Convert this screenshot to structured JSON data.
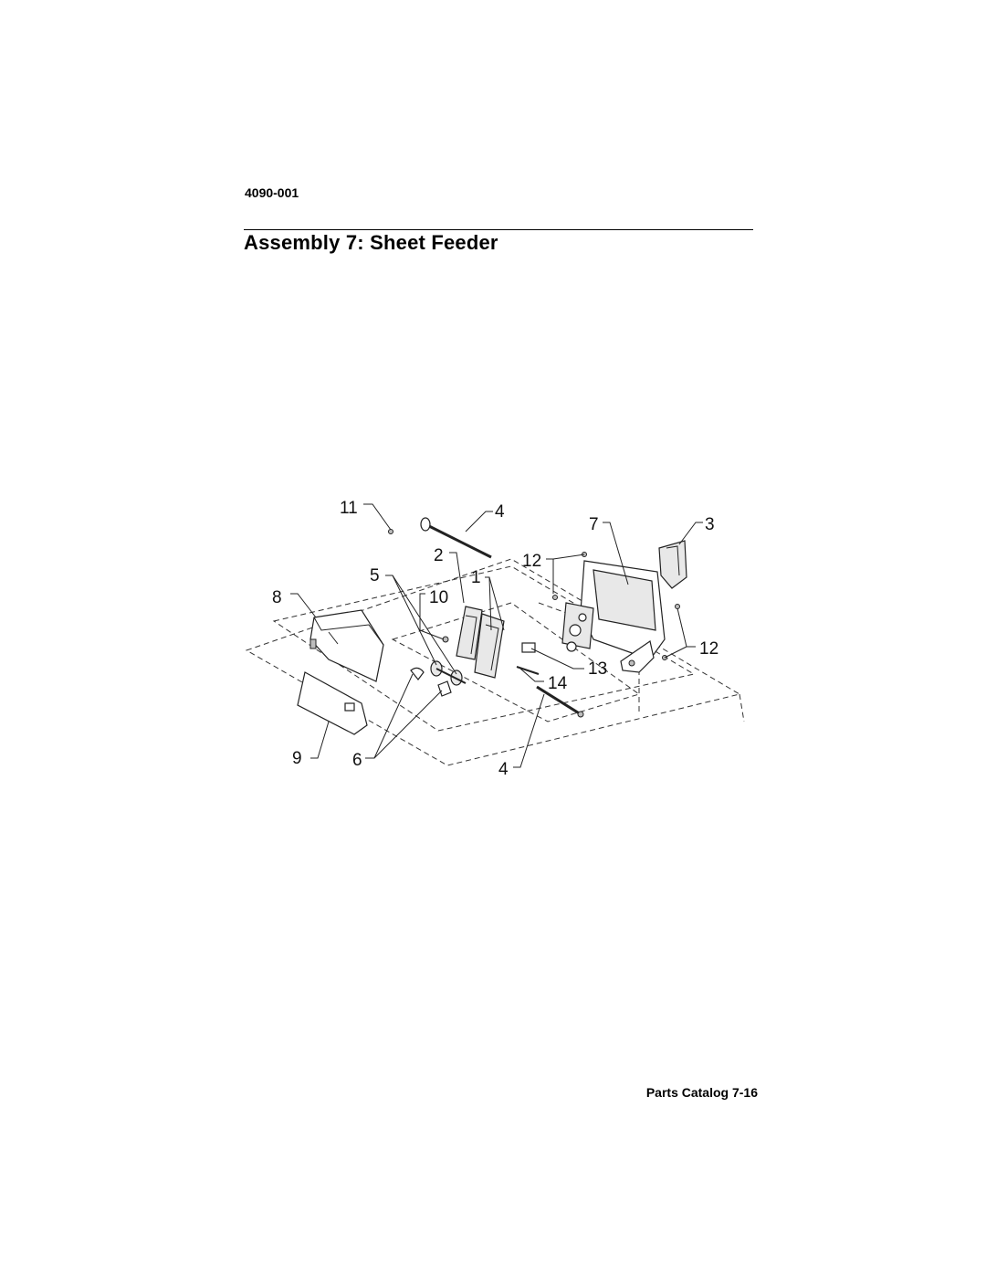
{
  "header": {
    "model": "4090-001",
    "title": "Assembly 7: Sheet Feeder"
  },
  "footer": {
    "page_label": "Parts Catalog 7-16"
  },
  "callouts": {
    "c11": "11",
    "c4a": "4",
    "c7": "7",
    "c3": "3",
    "c2": "2",
    "c12a": "12",
    "c5": "5",
    "c1": "1",
    "c8": "8",
    "c10": "10",
    "c12b": "12",
    "c13": "13",
    "c14": "14",
    "c9": "9",
    "c6": "6",
    "c4b": "4"
  }
}
